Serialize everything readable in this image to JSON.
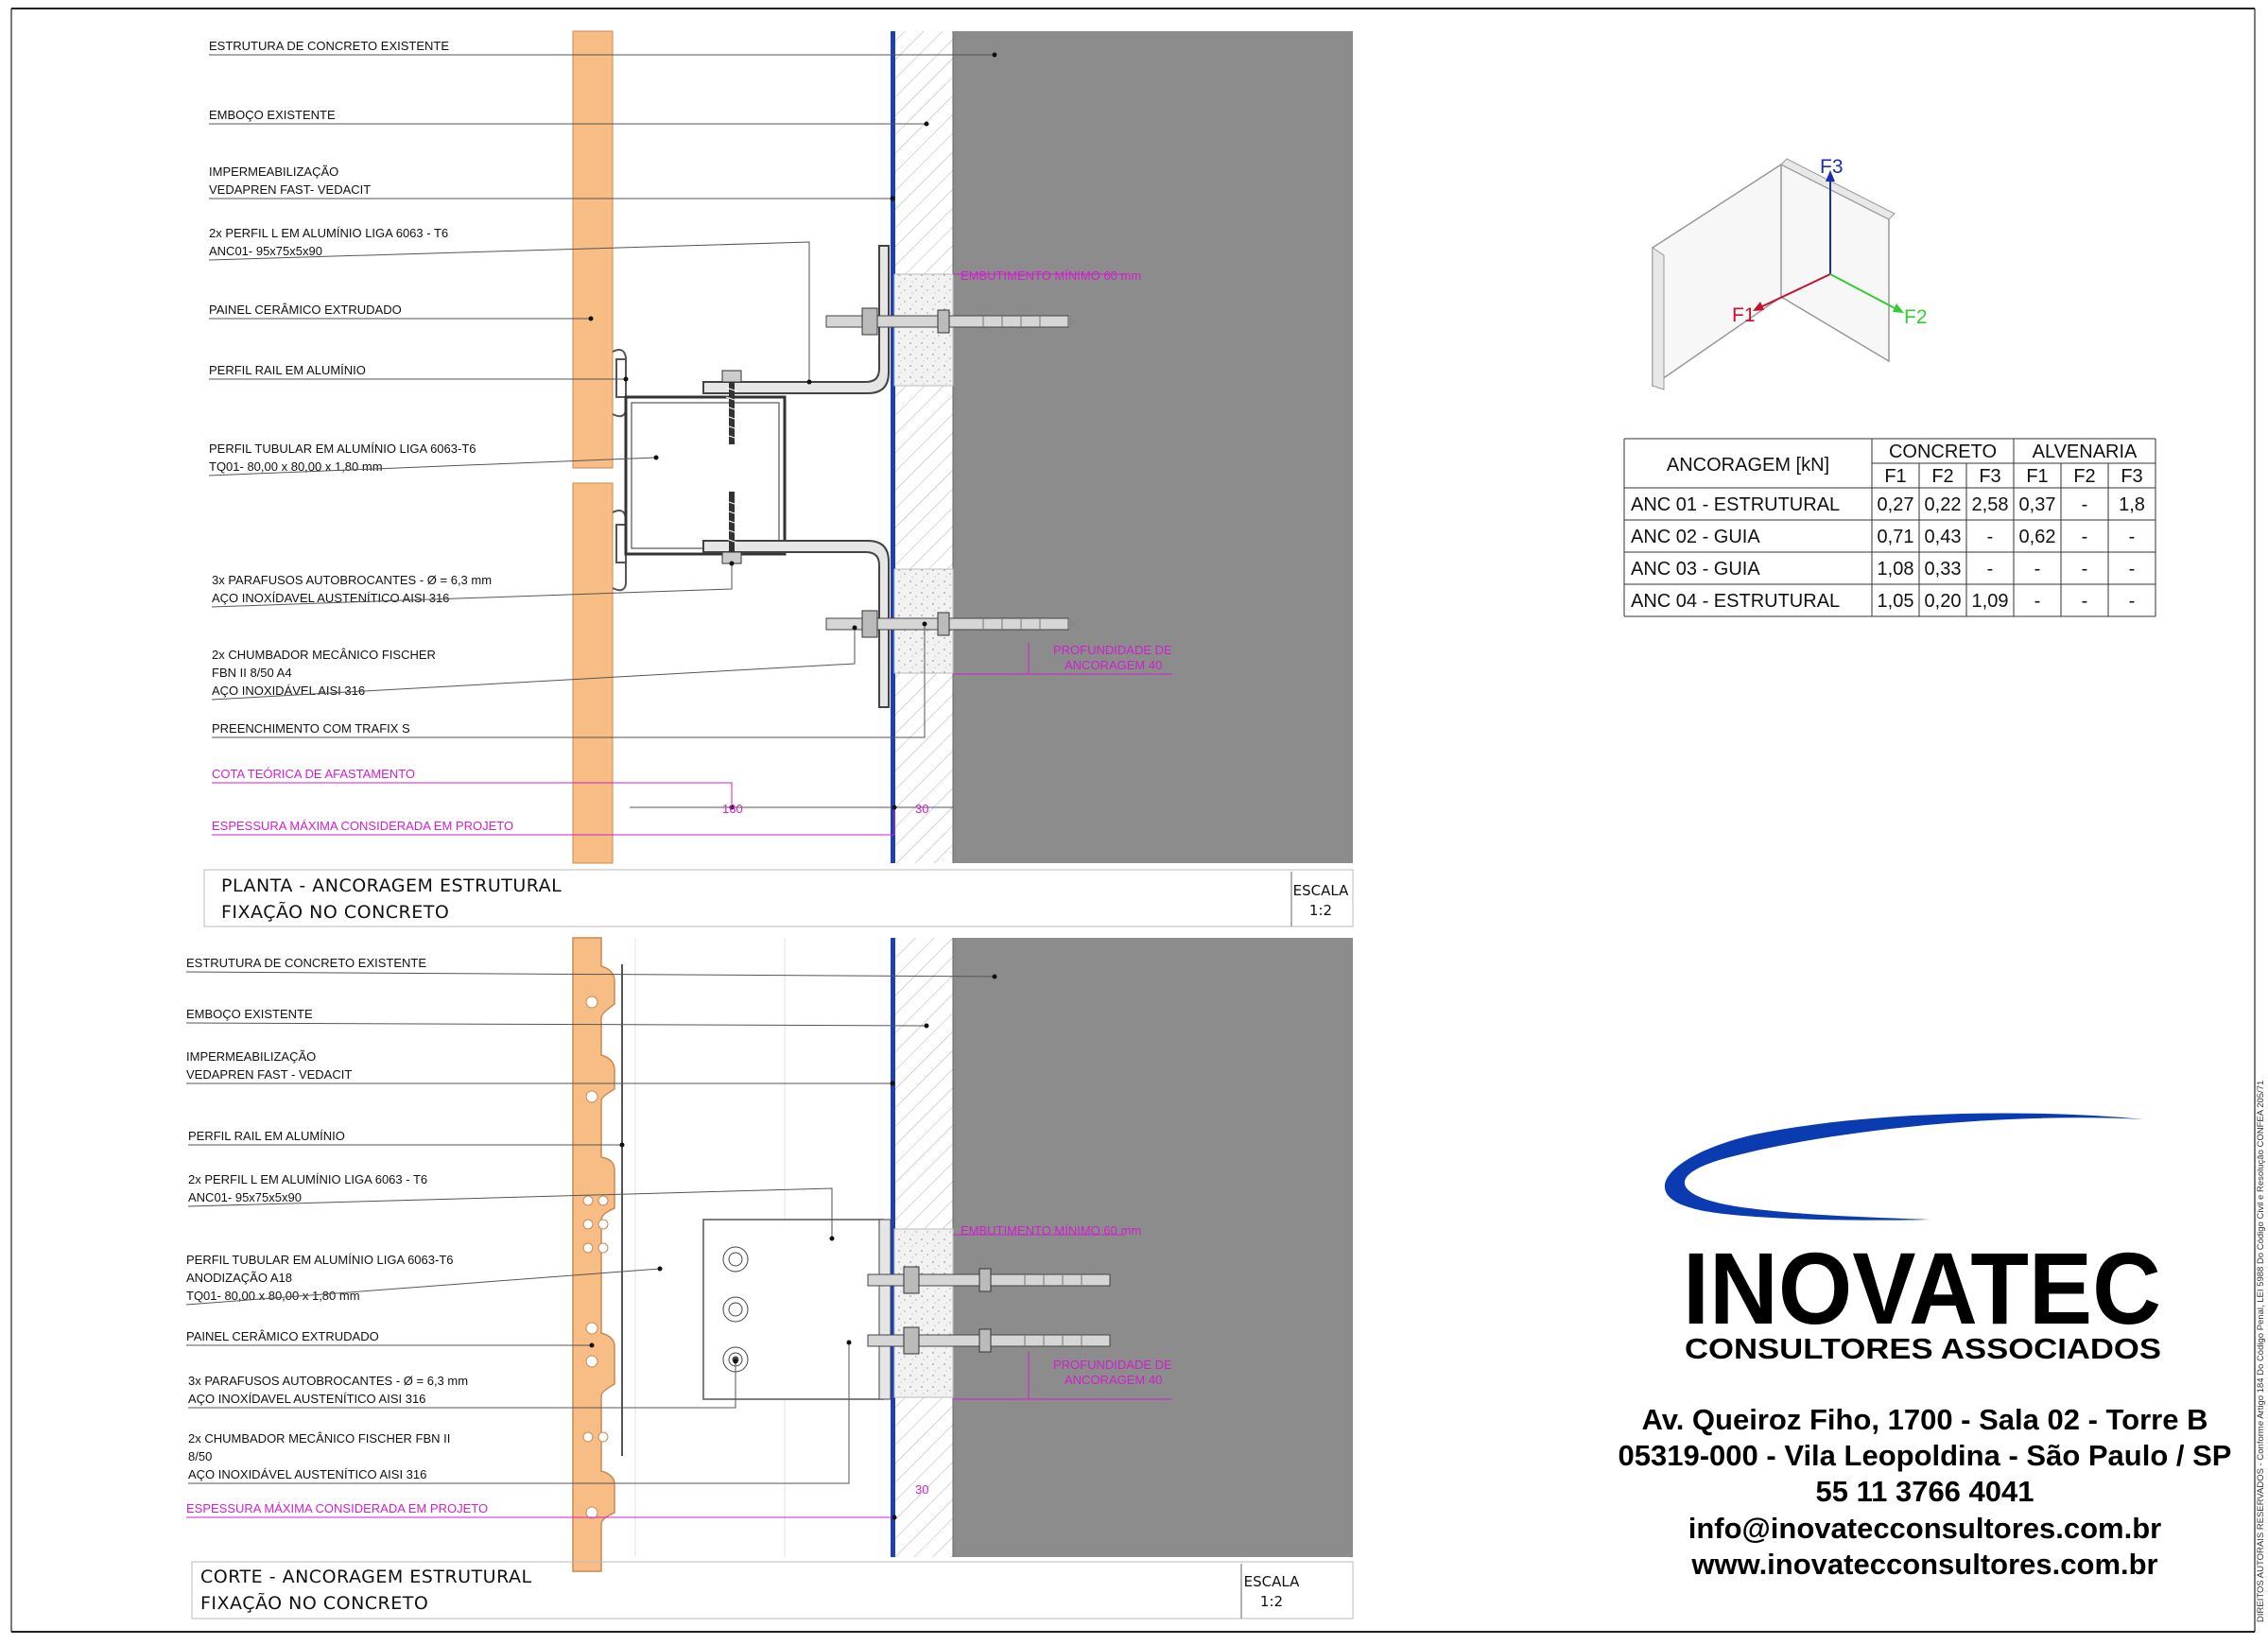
{
  "plan": {
    "labels": [
      {
        "lines": [
          "ESTRUTURA DE CONCRETO EXISTENTE"
        ],
        "magenta": false
      },
      {
        "lines": [
          "EMBOÇO EXISTENTE"
        ],
        "magenta": false
      },
      {
        "lines": [
          "IMPERMEABILIZAÇÃO",
          "VEDAPREN FAST- VEDACIT"
        ],
        "magenta": false
      },
      {
        "lines": [
          "2x PERFIL L EM ALUMÍNIO LIGA 6063 - T6",
          "ANC01- 95x75x5x90"
        ],
        "magenta": false
      },
      {
        "lines": [
          "PAINEL CERÂMICO EXTRUDADO"
        ],
        "magenta": false
      },
      {
        "lines": [
          "PERFIL RAIL EM ALUMÍNIO"
        ],
        "magenta": false
      },
      {
        "lines": [
          "PERFIL TUBULAR EM ALUMÍNIO LIGA 6063-T6",
          "TQ01- 80,00 x 80,00 x 1,80 mm"
        ],
        "magenta": false
      },
      {
        "lines": [
          "3x PARAFUSOS AUTOBROCANTES - Ø = 6,3 mm",
          "AÇO INOXÍDAVEL AUSTENÍTICO AISI 316"
        ],
        "magenta": false
      },
      {
        "lines": [
          "2x CHUMBADOR MECÂNICO FISCHER",
          "FBN II 8/50 A4",
          "AÇO INOXIDÁVEL AISI 316"
        ],
        "magenta": false
      },
      {
        "lines": [
          "PREENCHIMENTO COM TRAFIX S"
        ],
        "magenta": false
      },
      {
        "lines": [
          "COTA TEÓRICA DE AFASTAMENTO"
        ],
        "magenta": true
      },
      {
        "lines": [
          "ESPESSURA MÁXIMA CONSIDERADA EM PROJETO"
        ],
        "magenta": true
      }
    ],
    "embed_note": "EMBUTIMENTO MÍNIMO 60 mm",
    "depth_note": [
      "PROFUNDIDADE DE",
      "ANCORAGEM 40"
    ],
    "dim_160": "160",
    "dim_30": "30",
    "title_line1": "PLANTA - ANCORAGEM ESTRUTURAL",
    "title_line2": "FIXAÇÃO NO CONCRETO",
    "scale_label": "ESCALA",
    "scale_value": "1:2"
  },
  "section": {
    "labels": [
      {
        "lines": [
          "ESTRUTURA DE CONCRETO EXISTENTE"
        ],
        "magenta": false
      },
      {
        "lines": [
          "EMBOÇO EXISTENTE"
        ],
        "magenta": false
      },
      {
        "lines": [
          "IMPERMEABILIZAÇÃO",
          "VEDAPREN FAST - VEDACIT"
        ],
        "magenta": false
      },
      {
        "lines": [
          "PERFIL RAIL EM ALUMÍNIO"
        ],
        "magenta": false
      },
      {
        "lines": [
          "2x PERFIL L EM ALUMÍNIO LIGA 6063 - T6",
          "ANC01- 95x75x5x90"
        ],
        "magenta": false
      },
      {
        "lines": [
          "PERFIL TUBULAR EM ALUMÍNIO LIGA 6063-T6",
          "ANODIZAÇÃO A18",
          "TQ01- 80,00 x 80,00 x 1,80 mm"
        ],
        "magenta": false
      },
      {
        "lines": [
          "PAINEL CERÂMICO EXTRUDADO"
        ],
        "magenta": false
      },
      {
        "lines": [
          "3x PARAFUSOS AUTOBROCANTES - Ø = 6,3 mm",
          "AÇO INOXÍDAVEL AUSTENÍTICO AISI 316"
        ],
        "magenta": false
      },
      {
        "lines": [
          "2x CHUMBADOR MECÂNICO FISCHER FBN II",
          "8/50",
          "AÇO INOXIDÁVEL AUSTENÍTICO AISI 316"
        ],
        "magenta": false
      },
      {
        "lines": [
          "ESPESSURA MÁXIMA CONSIDERADA EM PROJETO"
        ],
        "magenta": true
      }
    ],
    "embed_note": "EMBUTIMENTO MÍNIMO 60 mm",
    "depth_note": [
      "PROFUNDIDADE DE",
      "ANCORAGEM 40"
    ],
    "dim_30": "30",
    "title_line1": "CORTE -   ANCORAGEM ESTRUTURAL",
    "title_line2": "FIXAÇÃO NO CONCRETO",
    "scale_label": "ESCALA",
    "scale_value": "1:2"
  },
  "axes": {
    "f1": "F1",
    "f2": "F2",
    "f3": "F3",
    "f1_color": "#c8102e",
    "f2_color": "#33cc33",
    "f3_color": "#1a2fa8"
  },
  "load_table": {
    "row_header": "ANCORAGEM [kN]",
    "groups": [
      "CONCRETO",
      "ALVENARIA"
    ],
    "subheaders": [
      "F1",
      "F2",
      "F3",
      "F1",
      "F2",
      "F3"
    ],
    "rows": [
      {
        "name": "ANC 01 - ESTRUTURAL",
        "values": [
          "0,27",
          "0,22",
          "2,58",
          "0,37",
          "-",
          "1,8"
        ]
      },
      {
        "name": "ANC 02 - GUIA",
        "values": [
          "0,71",
          "0,43",
          "-",
          "0,62",
          "-",
          "-"
        ]
      },
      {
        "name": "ANC 03 - GUIA",
        "values": [
          "1,08",
          "0,33",
          "-",
          "-",
          "-",
          "-"
        ]
      },
      {
        "name": "ANC 04 - ESTRUTURAL",
        "values": [
          "1,05",
          "0,20",
          "1,09",
          "-",
          "-",
          "-"
        ]
      }
    ]
  },
  "company": {
    "name": "INOVATEC",
    "tagline": "CONSULTORES ASSOCIADOS",
    "address_lines": [
      "Av. Queiroz Fiho, 1700 - Sala 02 - Torre B",
      "05319-000 - Vila Leopoldina - São Paulo / SP",
      "55 11 3766 4041",
      "info@inovatecconsultores.com.br",
      "www.inovatecconsultores.com.br"
    ],
    "logo_color": "#0a3bb0"
  },
  "vertical_note": "DIREITOS AUTORAIS RESERVADOS - Conforme Artigo 184 Do Código Penal, LEI 5988 Do Código Civil e Resolução CONFEA 205/71",
  "colors": {
    "ceramic": "#f8bd85",
    "concrete": "#8c8c8c",
    "waterproofing": "#1f3fb5",
    "annotation": "#d11fcf",
    "leader": "#555555"
  }
}
